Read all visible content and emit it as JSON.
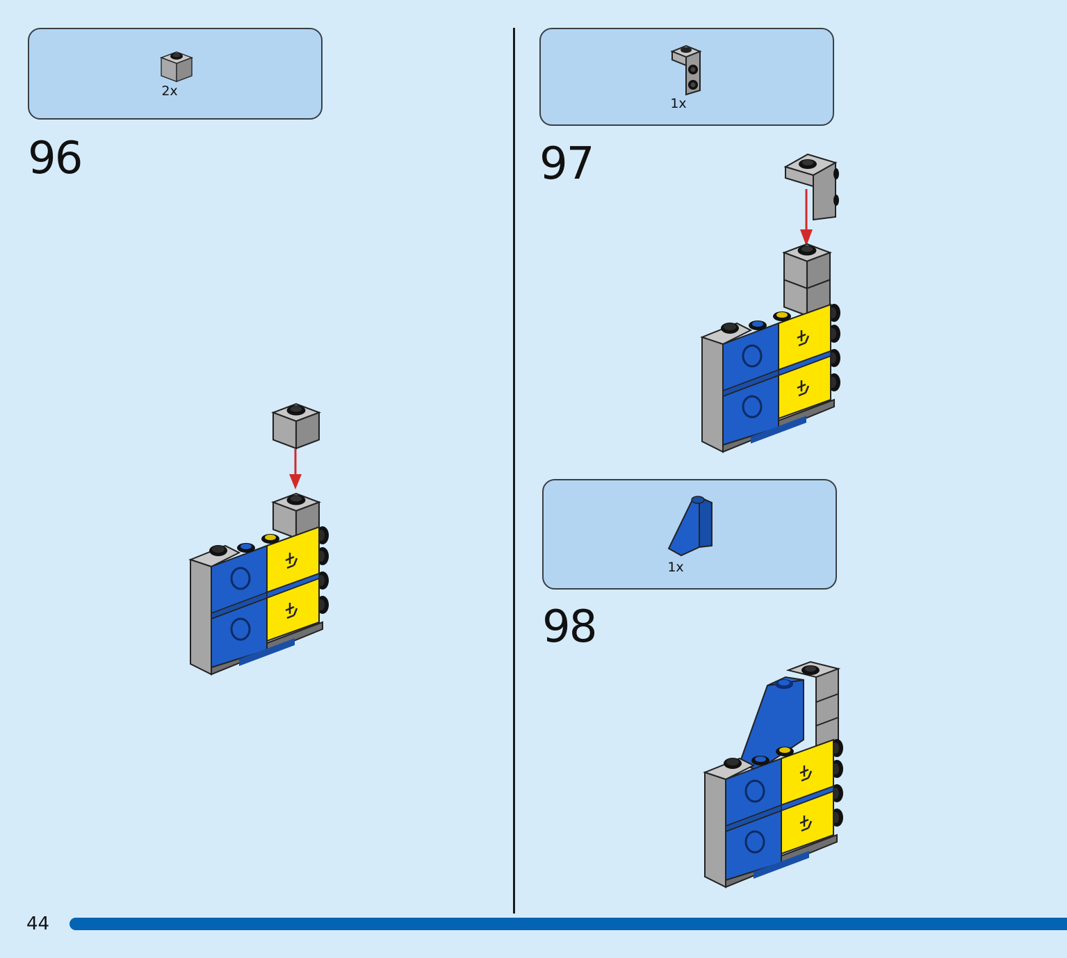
{
  "page": {
    "number": "44"
  },
  "steps": [
    {
      "step": "96",
      "parts_qty": "2x",
      "part_icon": "gray-1x1-brick-icon"
    },
    {
      "step": "97",
      "parts_qty": "1x",
      "part_icon": "gray-bracket-icon"
    },
    {
      "step": "98",
      "parts_qty": "1x",
      "part_icon": "blue-slope-icon"
    }
  ],
  "colors": {
    "background": "#d6ebfa",
    "parts_box": "#b3d5f2",
    "page_bar": "#0463b3",
    "brick_blue": "#1f5ec8",
    "brick_yellow": "#fde500",
    "brick_gray": "#9a9a9a",
    "arrow_red": "#d22a2a"
  }
}
